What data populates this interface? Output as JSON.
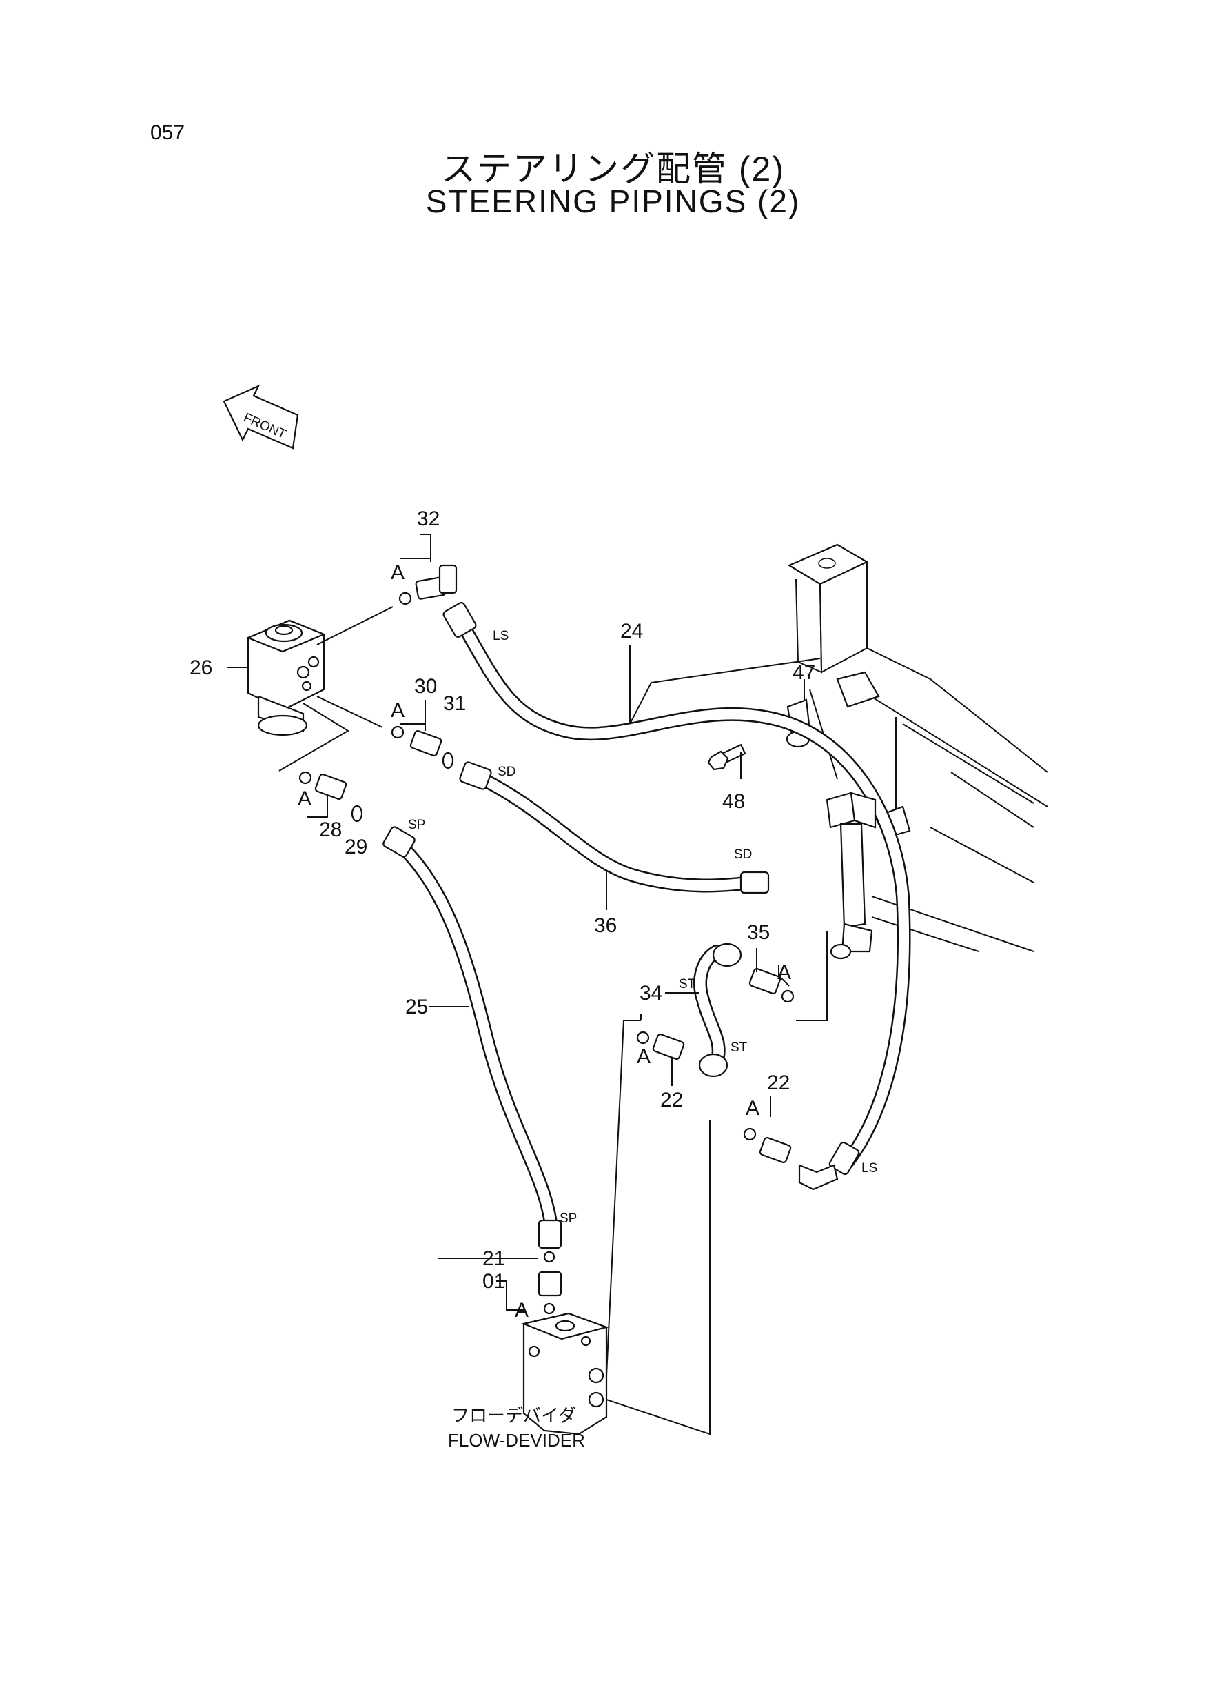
{
  "page_number": "057",
  "title_jp": "ステアリング配管 (2)",
  "title_en": "STEERING PIPINGS (2)",
  "front_label": "FRONT",
  "callouts": {
    "c01": "01",
    "c21": "21",
    "c22a": "22",
    "c22b": "22",
    "c24": "24",
    "c25": "25",
    "c26": "26",
    "c28": "28",
    "c29": "29",
    "c30": "30",
    "c31": "31",
    "c32": "32",
    "c34": "34",
    "c35": "35",
    "c36": "36",
    "c47": "47",
    "c48": "48"
  },
  "letter_a": "A",
  "port_tags": {
    "ls": "LS",
    "sd": "SD",
    "sp": "SP",
    "st": "ST"
  },
  "flow_divider_jp": "フローデバイダ",
  "flow_divider_en": "FLOW-DEVIDER"
}
